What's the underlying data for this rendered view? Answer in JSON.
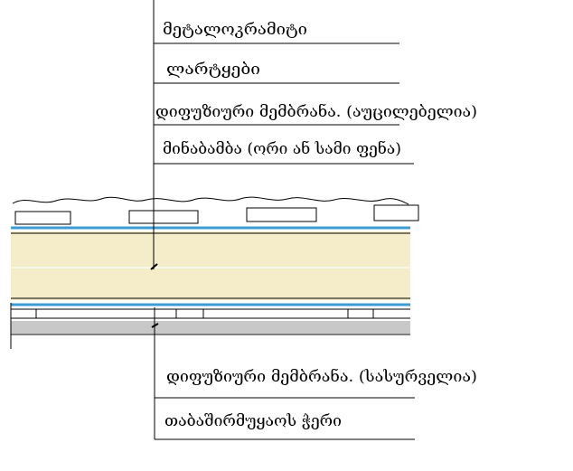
{
  "labels": {
    "metal_tile": "მეტალოკრამიტი",
    "battens": "ლარტყები",
    "diffusion_membrane_top": "დიფუზიური მემბრანა.  (აუცილებელია)",
    "insulation": "მინაბამბა  (ორი ან სამი ფენა)",
    "diffusion_membrane_bottom": "დიფუზიური მემბრანა.   (სასურველია)",
    "ceiling": "თაბაშირმუყაოს ჭერი"
  },
  "colors": {
    "insulation_fill": "#f5ecc9",
    "membrane": "#3d9bd4",
    "plaster": "#c8c8c8",
    "line": "#000000"
  }
}
